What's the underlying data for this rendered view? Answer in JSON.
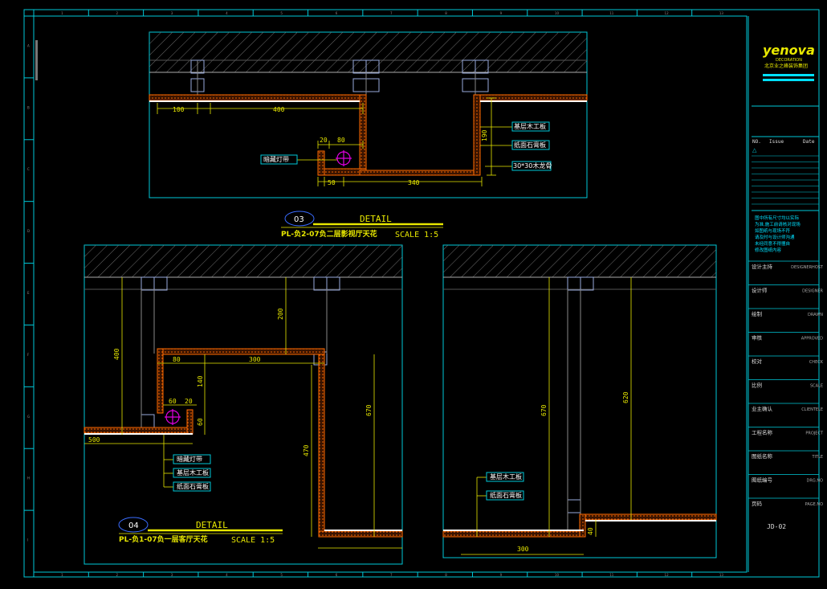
{
  "title_block": {
    "logo_text": "yenova",
    "logo_sub": "DECORATION",
    "company": "北京业之峰装饰集团",
    "issue_headers": [
      "NO.",
      "Issue",
      "Date"
    ],
    "note_lines": [
      "图中所有尺寸均以实际",
      "为准,施工前请核对现场",
      "如图纸与现场不符",
      "请及时与设计师沟通",
      "未经同意不得擅自",
      "修改图纸内容"
    ],
    "fields": [
      {
        "cn": "设计主持",
        "en": "DESIGNERHOST"
      },
      {
        "cn": "设计师",
        "en": "DESIGNER"
      },
      {
        "cn": "绘制",
        "en": "DRAWN"
      },
      {
        "cn": "审核",
        "en": "APPROVED"
      },
      {
        "cn": "校对",
        "en": "CHECK"
      },
      {
        "cn": "比例",
        "en": "SCALE"
      },
      {
        "cn": "业主确认",
        "en": "CLIENTELE"
      },
      {
        "cn": "工程名称",
        "en": "PROJECT"
      },
      {
        "cn": "图纸名称",
        "en": "TITLE"
      },
      {
        "cn": "图纸编号",
        "en": "DRG.NO"
      },
      {
        "cn": "页码",
        "en": "PAGE.NO"
      }
    ],
    "drawing_number": "JD-02"
  },
  "detail_03": {
    "number": "03",
    "word": "DETAIL",
    "caption": "PL-负2-07负二层影视厅天花",
    "scale": "SCALE 1:5",
    "dims": [
      "100",
      "400",
      "20",
      "80",
      "50",
      "340",
      "190"
    ],
    "labels": [
      "暗藏灯带",
      "基层木工板",
      "纸面石膏板",
      "30*30木龙骨"
    ]
  },
  "detail_04": {
    "number": "04",
    "word": "DETAIL",
    "caption": "PL-负1-07负一层客厅天花",
    "scale": "SCALE 1:5",
    "dims": [
      "400",
      "200",
      "80",
      "300",
      "140",
      "60",
      "20",
      "60",
      "500",
      "670",
      "470"
    ],
    "labels": [
      "暗藏灯带",
      "基层木工板",
      "纸面石膏板"
    ]
  },
  "detail_right": {
    "dims": [
      "670",
      "620",
      "300",
      "40"
    ],
    "labels": [
      "基层木工板",
      "纸面石膏板"
    ]
  },
  "ruler_top": [
    "1",
    "2",
    "3",
    "4",
    "5",
    "6",
    "7",
    "8",
    "9",
    "10",
    "11",
    "12",
    "13"
  ],
  "ruler_left": [
    "A",
    "B",
    "C",
    "D",
    "E",
    "F",
    "G",
    "H",
    "I"
  ],
  "colors": {
    "frame": "#00c8d8",
    "dim": "#e8e800",
    "wood": "#ff6a00",
    "light": "#e000e0",
    "white": "#f0f0f0",
    "hatch": "#7a7a7a"
  }
}
